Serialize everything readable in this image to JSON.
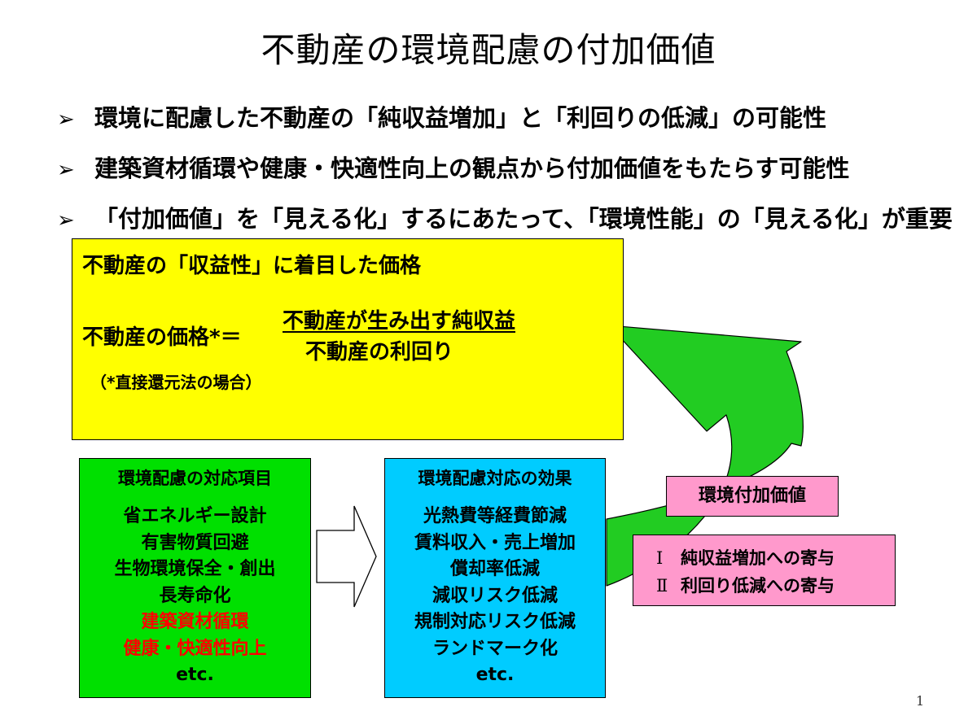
{
  "title": "不動産の環境配慮の付加価値",
  "bullet_marker": "➢",
  "bullets": [
    "環境に配慮した不動産の「純収益増加」と「利回りの低減」の可能性",
    "建築資材循環や健康・快適性向上の観点から付加価値をもたらす可能性",
    "「付加価値」を「見える化」するにあたって、「環境性能」の「見える化」が重要"
  ],
  "price_box": {
    "heading": "不動産の「収益性」に着目した価格",
    "lhs": "不動産の価格*＝",
    "numerator": "不動産が生み出す純収益",
    "denominator": "不動産の利回り",
    "note": "（*直接還元法の場合）"
  },
  "measures": {
    "heading": "環境配慮の対応項目",
    "items": [
      "省エネルギー設計",
      "有害物質回避",
      "生物環境保全・創出",
      "長寿命化",
      "建築資材循環",
      "健康・快適性向上",
      "etc."
    ],
    "highlight_color": "#ff0000"
  },
  "effects": {
    "heading": "環境配慮対応の効果",
    "items": [
      "光熱費等経費節減",
      "賃料収入・売上増加",
      "償却率低減",
      "減収リスク低減",
      "規制対応リスク低減",
      "ランドマーク化",
      "etc."
    ]
  },
  "added_value": {
    "label": "環境付加価値",
    "contributions": [
      {
        "numeral": "Ⅰ",
        "text": "純収益増加への寄与"
      },
      {
        "numeral": "Ⅱ",
        "text": "利回り低減への寄与"
      }
    ]
  },
  "page_number": "1",
  "colors": {
    "price_box": "#ffff00",
    "measures_box": "#00e000",
    "effects_box": "#00ccff",
    "added_value_box": "#ff99cc",
    "curved_arrow": "#22cc22"
  }
}
